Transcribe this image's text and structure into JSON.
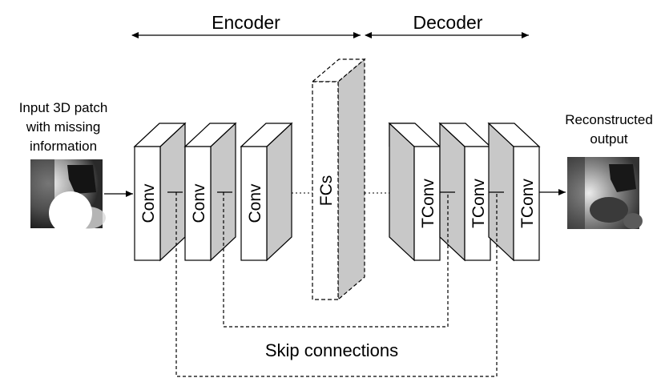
{
  "header": {
    "encoder_label": "Encoder",
    "decoder_label": "Decoder"
  },
  "input": {
    "caption_lines": [
      "Input 3D patch",
      "with missing",
      "information"
    ]
  },
  "output": {
    "caption_lines": [
      "Reconstructed",
      "output"
    ]
  },
  "encoder_blocks": [
    {
      "label": "Conv"
    },
    {
      "label": "Conv"
    },
    {
      "label": "Conv"
    }
  ],
  "bottleneck": {
    "label": "FCs"
  },
  "decoder_blocks": [
    {
      "label": "TConv"
    },
    {
      "label": "TConv"
    },
    {
      "label": "TConv"
    }
  ],
  "skip_label": "Skip connections",
  "colors": {
    "face_front": "#ffffff",
    "face_side": "#c8c8c8",
    "stroke": "#000000"
  }
}
